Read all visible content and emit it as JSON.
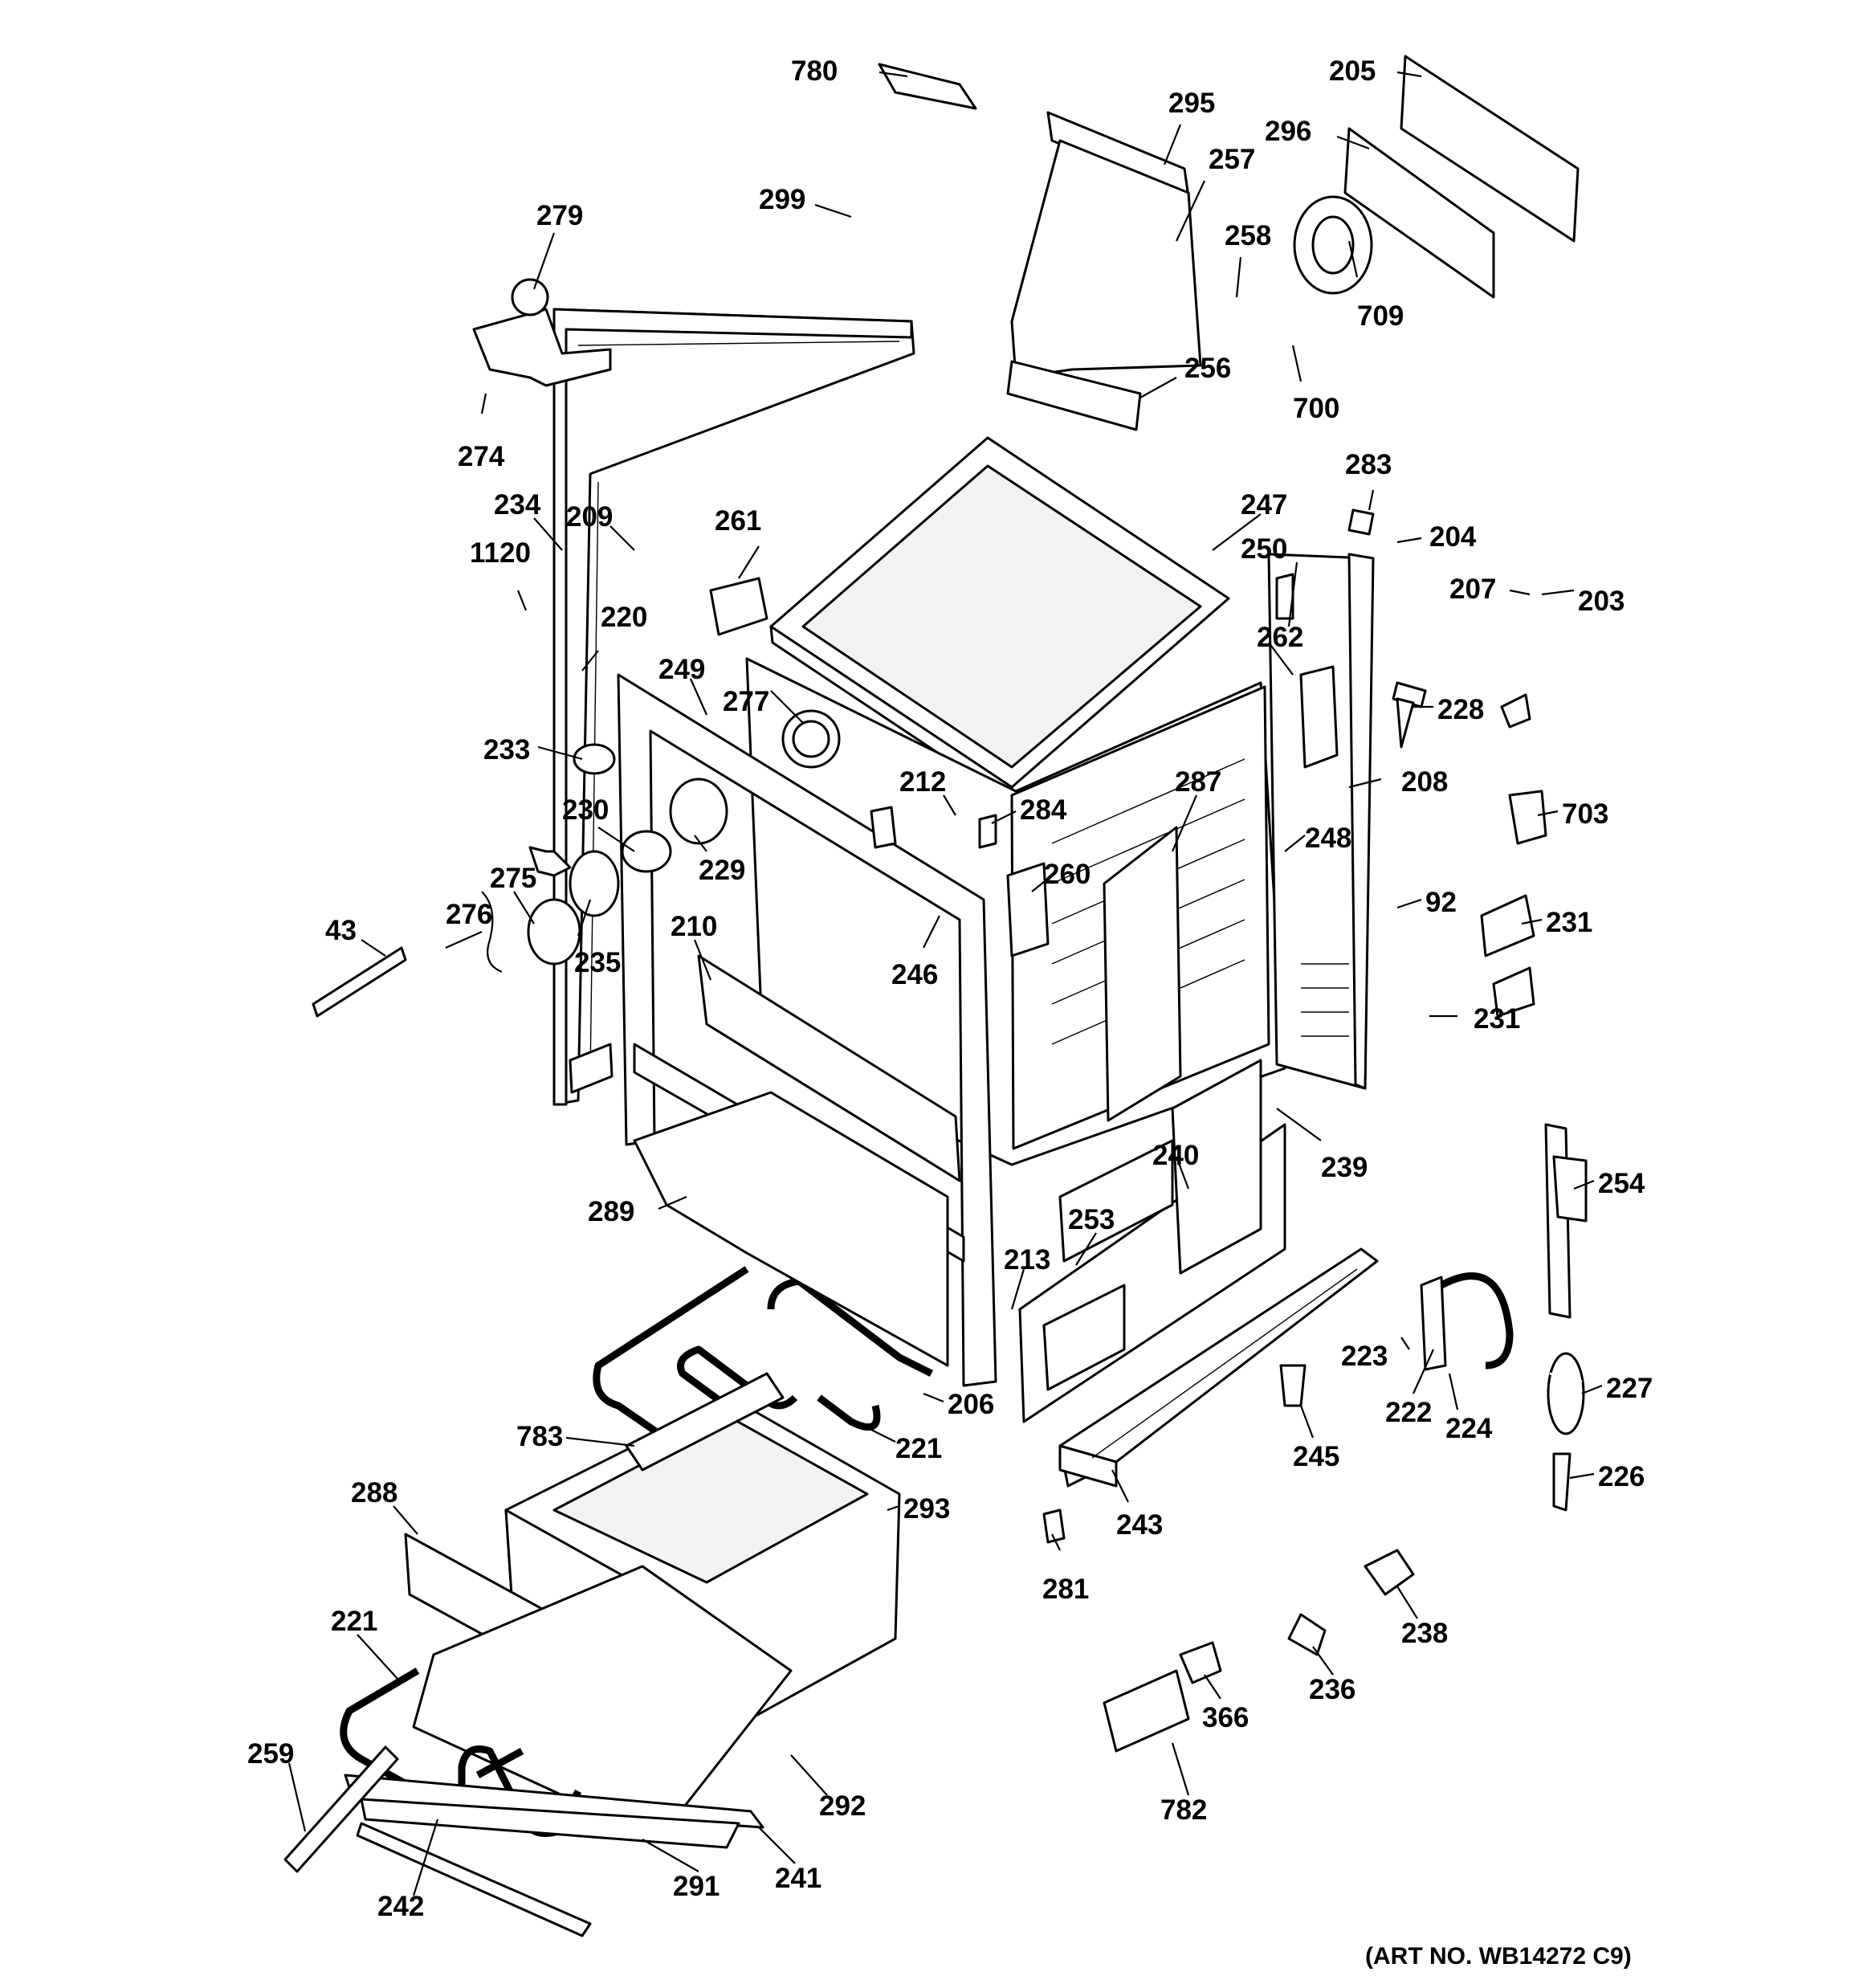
{
  "figure": {
    "art_number": "(ART NO. WB14272 C9)"
  },
  "callouts": [
    "780",
    "295",
    "205",
    "296",
    "257",
    "299",
    "279",
    "258",
    "709",
    "256",
    "700",
    "274",
    "283",
    "234",
    "209",
    "247",
    "204",
    "1120",
    "261",
    "250",
    "207",
    "203",
    "220",
    "262",
    "249",
    "277",
    "228",
    "233",
    "208",
    "212",
    "284",
    "287",
    "703",
    "230",
    "229",
    "248",
    "275",
    "260",
    "92",
    "276",
    "43",
    "231",
    "210",
    "235",
    "246",
    "231",
    "239",
    "240",
    "254",
    "253",
    "289",
    "213",
    "223",
    "227",
    "206",
    "222",
    "224",
    "221",
    "245",
    "783",
    "226",
    "293",
    "288",
    "243",
    "281",
    "238",
    "221",
    "236",
    "366",
    "259",
    "292",
    "782",
    "241",
    "291",
    "242"
  ]
}
